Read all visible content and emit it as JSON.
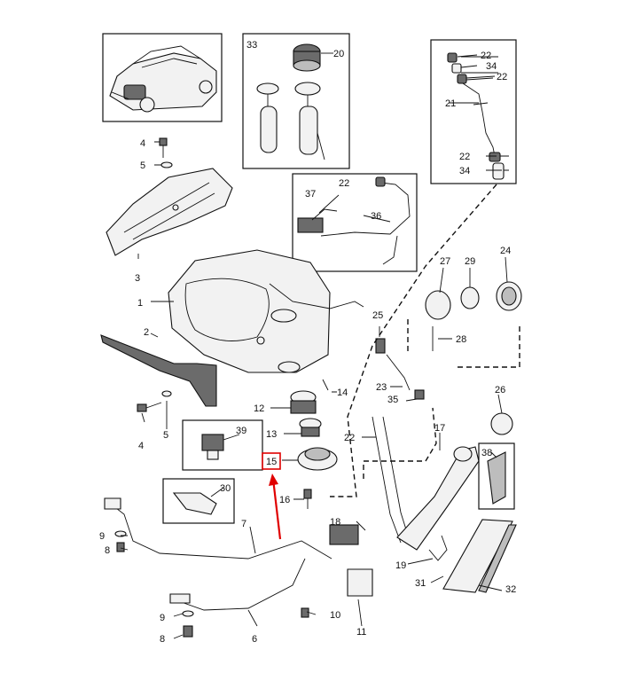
{
  "labels": {
    "l1": "1",
    "l2": "2",
    "l3": "3",
    "l4a": "4",
    "l4b": "4",
    "l5a": "5",
    "l5b": "5",
    "l6": "6",
    "l7": "7",
    "l8a": "8",
    "l8b": "8",
    "l9a": "9",
    "l9b": "9",
    "l10": "10",
    "l11": "11",
    "l12": "12",
    "l13": "13",
    "l14": "14",
    "l15": "15",
    "l16": "16",
    "l17": "17",
    "l18": "18",
    "l19": "19",
    "l20": "20",
    "l21": "21",
    "l22a": "22",
    "l22b": "22",
    "l22c": "22",
    "l22d": "22",
    "l22e": "22",
    "l23": "23",
    "l24": "24",
    "l25": "25",
    "l26": "26",
    "l27": "27",
    "l28": "28",
    "l29": "29",
    "l30": "30",
    "l31": "31",
    "l32": "32",
    "l33": "33",
    "l34a": "34",
    "l34b": "34",
    "l35": "35",
    "l36": "36",
    "l37": "37",
    "l38": "38",
    "l39": "39"
  },
  "highlight": {
    "part": "15",
    "color": "#e00000"
  }
}
